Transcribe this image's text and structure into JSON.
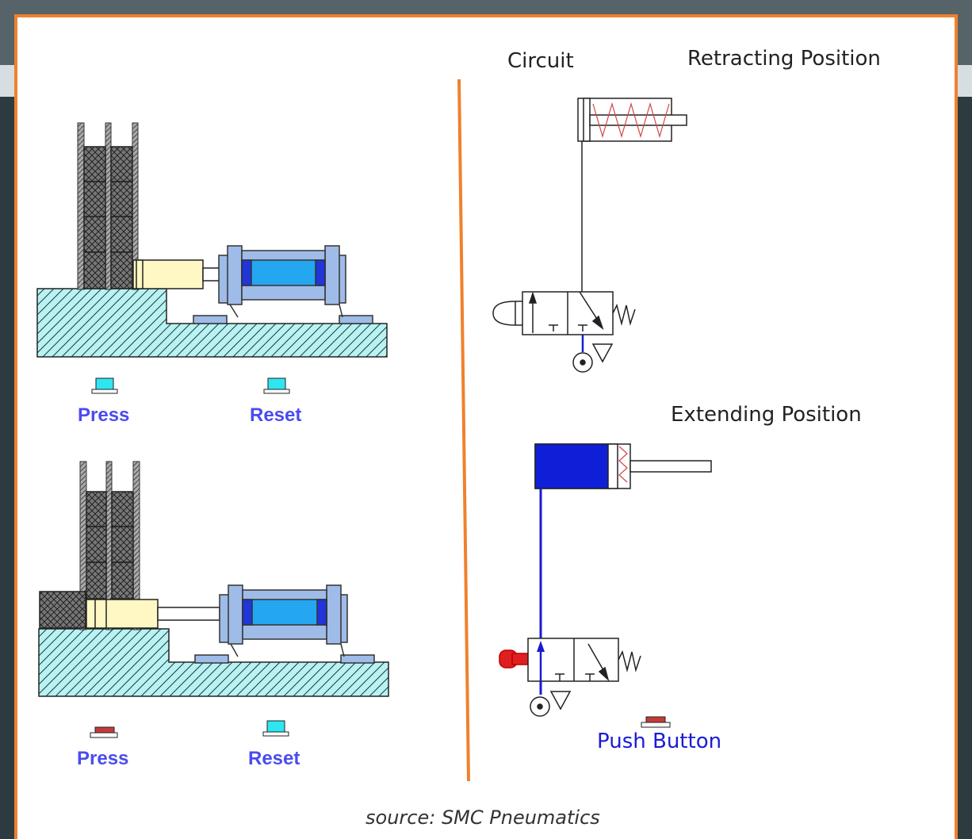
{
  "panel": {
    "press_label_top": "Press",
    "reset_label_top": "Reset",
    "press_label_bottom": "Press",
    "reset_label_bottom": "Reset"
  },
  "circuit": {
    "heading": "Circuit",
    "retracting_title": "Retracting Position",
    "extending_title": "Extending Position",
    "push_button_label": "Push Button"
  },
  "source_note": "source: SMC Pneumatics",
  "colors": {
    "frame_accent": "#f0812d",
    "pressure_line": "#1a1ad0",
    "button_idle": "#2ee6f0",
    "button_pressed": "#c43a3a",
    "piston_active": "#0f1fd8"
  }
}
